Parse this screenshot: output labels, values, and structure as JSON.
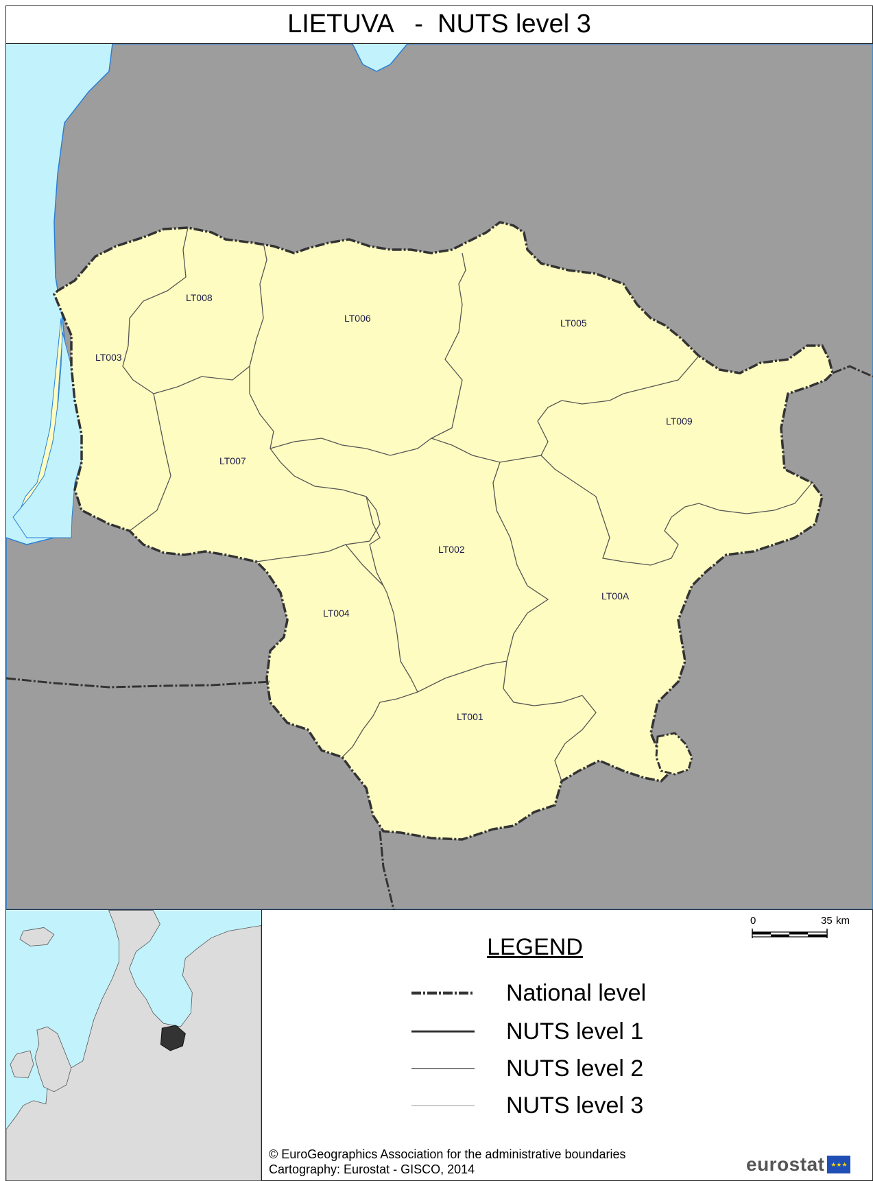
{
  "title": "LIETUVA   -  NUTS level 3",
  "regions": [
    {
      "code": "LT003",
      "label": "LT003"
    },
    {
      "code": "LT008",
      "label": "LT008"
    },
    {
      "code": "LT006",
      "label": "LT006"
    },
    {
      "code": "LT005",
      "label": "LT005"
    },
    {
      "code": "LT009",
      "label": "LT009"
    },
    {
      "code": "LT007",
      "label": "LT007"
    },
    {
      "code": "LT002",
      "label": "LT002"
    },
    {
      "code": "LT004",
      "label": "LT004"
    },
    {
      "code": "LT00A",
      "label": "LT00A"
    },
    {
      "code": "LT001",
      "label": "LT001"
    }
  ],
  "legend": {
    "title": "LEGEND",
    "items": [
      {
        "label": "National level"
      },
      {
        "label": "NUTS level 1"
      },
      {
        "label": "NUTS level 2"
      },
      {
        "label": "NUTS level 3"
      }
    ]
  },
  "scale": {
    "start": "0",
    "end": "35",
    "unit": "km"
  },
  "credits": {
    "line1": "© EuroGeographics Association for the administrative boundaries",
    "line2": "Cartography: Eurostat - GISCO, 2014"
  },
  "logo": {
    "text": "eurostat"
  },
  "colors": {
    "sea": "#c2f2fb",
    "neighbour_land": "#9d9d9d",
    "lithuania": "#fefcc0",
    "inset_land": "#dcdcdc",
    "inset_highlight": "#333333",
    "coastline": "#2a7fd4"
  }
}
